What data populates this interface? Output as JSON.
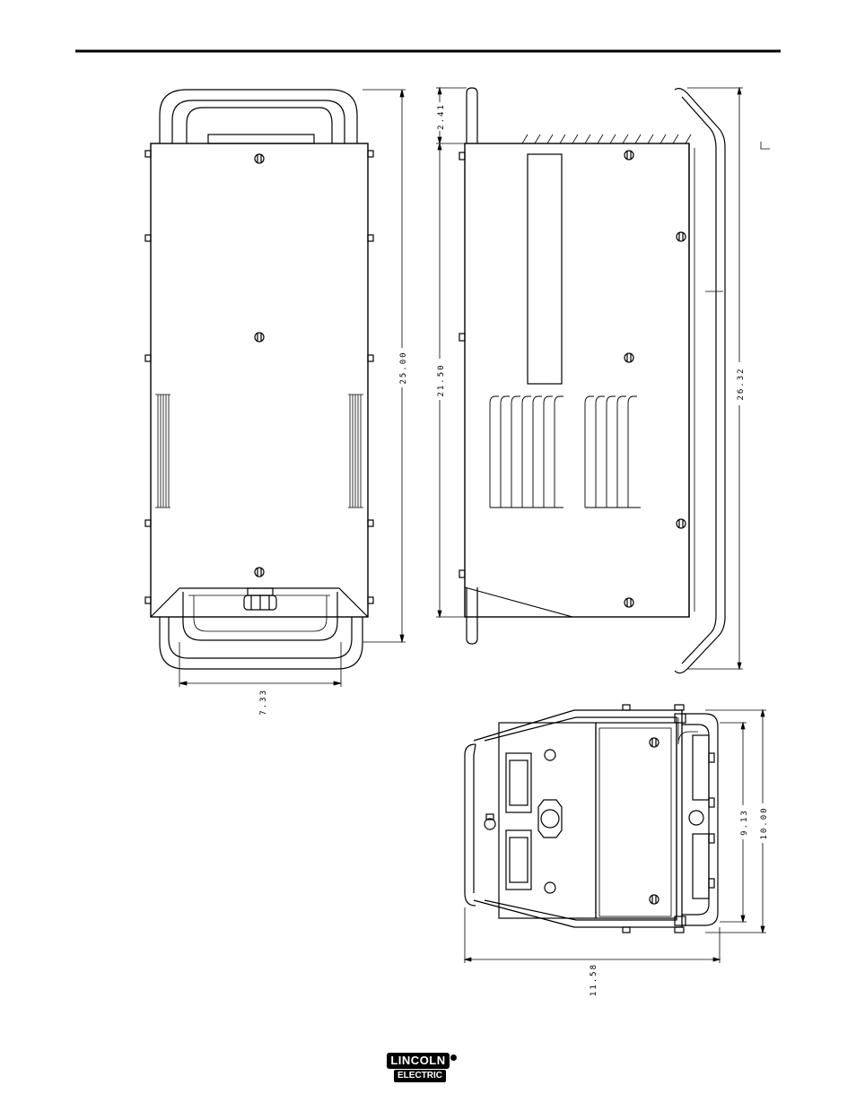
{
  "dimensions": {
    "top_view_height": "25.00",
    "top_view_width": "7.33",
    "side_view_handle_offset": "2.41",
    "side_view_body_length": "21.50",
    "side_view_overall_length": "26.32",
    "end_view_inner_height": "9.13",
    "end_view_overall_height": "10.00",
    "end_view_width": "11.58"
  },
  "logo": {
    "line1": "LINCOLN",
    "line2": "ELECTRIC"
  },
  "colors": {
    "ink": "#000000",
    "paper": "#ffffff"
  }
}
